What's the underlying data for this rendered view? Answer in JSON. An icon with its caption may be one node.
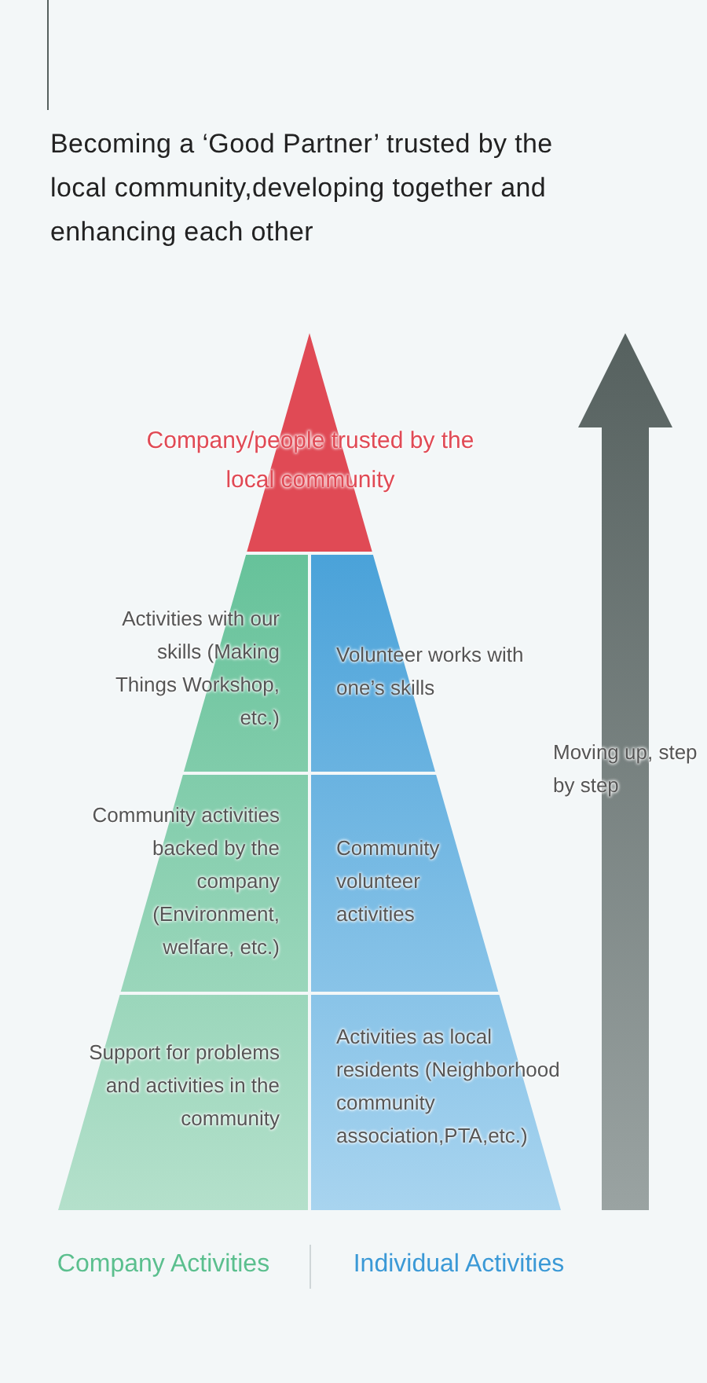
{
  "diagram": {
    "title": "Becoming a ‘Good Partner’ trusted by the local community,developing together and enhancing each other",
    "nodes": [
      {
        "text": [
          "Company/people trusted by the local community"
        ]
      },
      {
        "text": [
          "Activities with our skills (Making Things Workshop, etc.)"
        ]
      },
      {
        "text": [
          "Volunteer works with one’s skills"
        ]
      },
      {
        "text": [
          "Community activities backed by the company (Environment, welfare, etc.)"
        ]
      },
      {
        "text": [
          "Community volunteer activities"
        ]
      },
      {
        "text": [
          "Support for problems and activities in the community"
        ]
      },
      {
        "text": [
          "Activities as local residents (Neighborhood community association,PTA,etc.)"
        ]
      }
    ],
    "labels": [
      "Moving up, step by step",
      "Company Activities",
      "Individual Activities"
    ]
  }
}
